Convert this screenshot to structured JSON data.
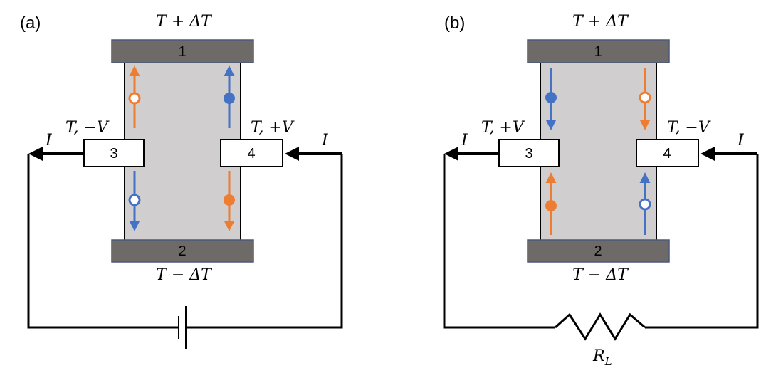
{
  "colors": {
    "hole": "#ed7d31",
    "electron": "#4472c4",
    "channel": "#d0cece",
    "reservoir": "#6e6a68",
    "wire": "#000000"
  },
  "panel_a": {
    "label": "(a)",
    "top_temp": "T + ΔT",
    "bottom_temp": "T − ΔT",
    "reservoir_1": "1",
    "reservoir_2": "2",
    "probe_3": "3",
    "probe_4": "4",
    "left_probe_label": "T, −V",
    "right_probe_label": "T, +V",
    "current_left": "I",
    "current_right": "I",
    "source_icon": "battery-icon"
  },
  "panel_b": {
    "label": "(b)",
    "top_temp": "T + ΔT",
    "bottom_temp": "T − ΔT",
    "reservoir_1": "1",
    "reservoir_2": "2",
    "probe_3": "3",
    "probe_4": "4",
    "left_probe_label": "T, +V",
    "right_probe_label": "T, −V",
    "current_left": "I",
    "current_right": "I",
    "load_label_main": "R",
    "load_label_sub": "L",
    "source_icon": "resistor-icon"
  }
}
